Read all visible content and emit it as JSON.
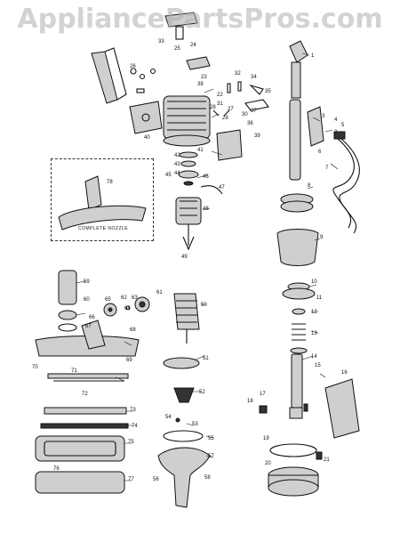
{
  "watermark": "AppliancePartsPros.com",
  "box_caption": "COMPLETE NOZZLE",
  "labels": {
    "n1": "1",
    "n2": "2",
    "n3": "3",
    "n4": "4",
    "n5": "5",
    "n6": "6",
    "n7": "7",
    "n8": "8",
    "n9": "9",
    "n10": "10",
    "n11": "11",
    "n12": "12",
    "n13": "13",
    "n14": "14",
    "n15": "15",
    "n16": "16",
    "n17": "17",
    "n18": "18",
    "n19": "19",
    "n20": "20",
    "n21": "21",
    "n22": "22",
    "n23": "23",
    "n24": "24",
    "n25": "25",
    "n26": "26",
    "n27": "27",
    "n28": "28",
    "n29": "29",
    "n30": "30",
    "n31": "31",
    "n32": "32",
    "n33": "33",
    "n34": "34",
    "n35": "35",
    "n36": "36",
    "n37": "37",
    "n38": "38",
    "n39": "39",
    "n40": "40",
    "n41": "41",
    "n42": "42",
    "n43": "43",
    "n44": "44",
    "n45": "45",
    "n46": "46",
    "n47": "47",
    "n48": "48",
    "n49": "49",
    "n50": "50",
    "n51": "51",
    "n52": "52",
    "n53": "53",
    "n54": "54",
    "n55": "55",
    "n56": "56",
    "n57": "57",
    "n58": "58",
    "n59": "59",
    "n60": "60",
    "n61": "61",
    "n62": "62",
    "n63": "63",
    "n64": "64",
    "n65": "65",
    "n66": "66",
    "n67": "67",
    "n68": "68",
    "n69": "69",
    "n70": "70",
    "n71": "71",
    "n72": "72",
    "n73": "73",
    "n74": "74",
    "n75": "75",
    "n76": "76",
    "n77": "77",
    "n78": "78"
  }
}
